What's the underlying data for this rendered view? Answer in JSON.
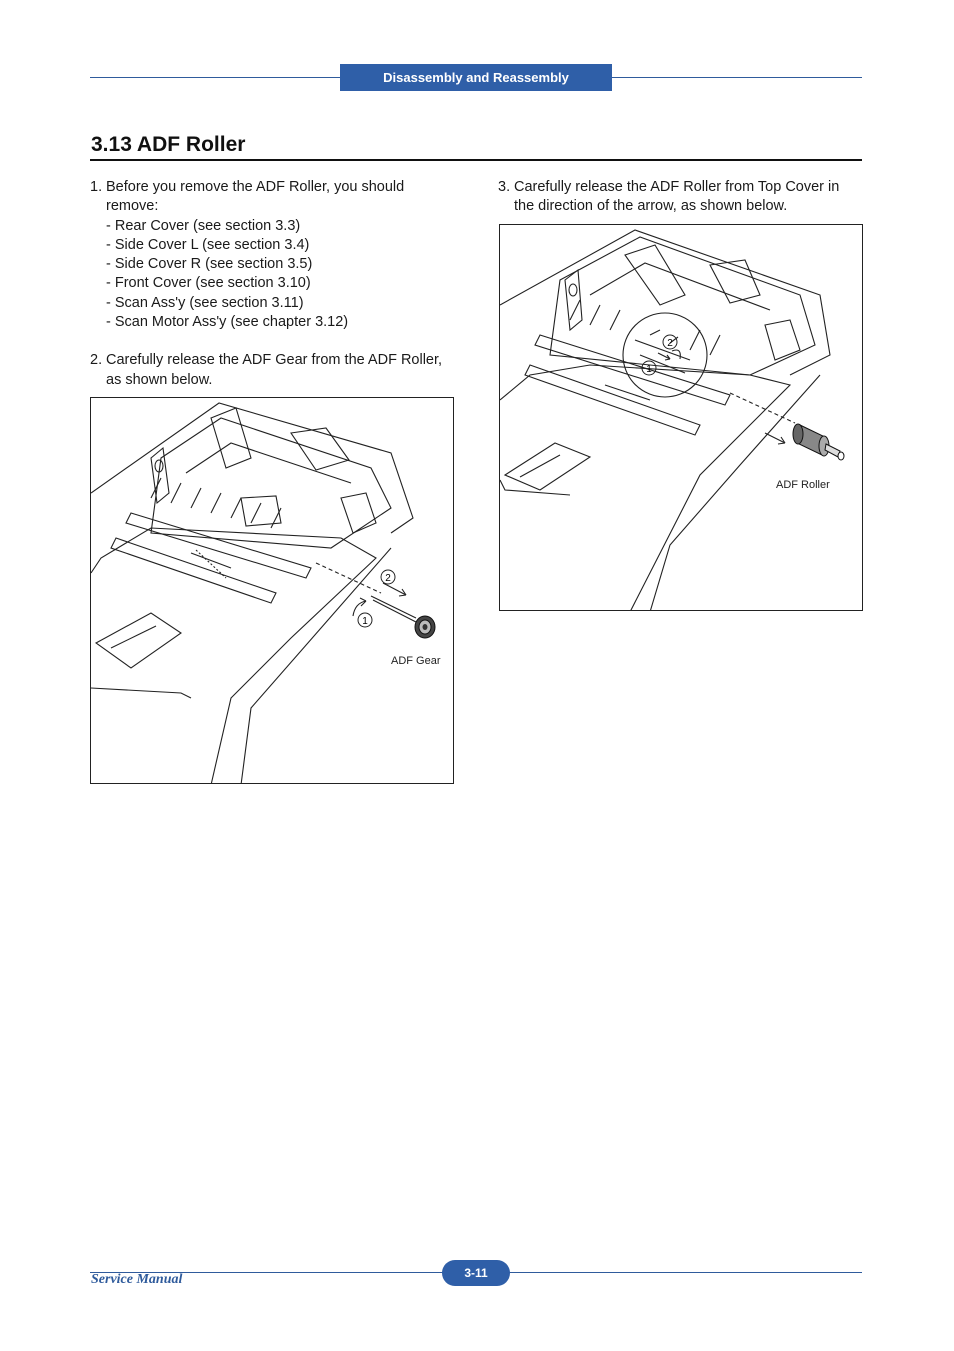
{
  "header": {
    "section_tab": "Disassembly and Reassembly"
  },
  "title": "3.13  ADF Roller",
  "steps_left": {
    "step1": {
      "num": "1.",
      "line1": "Before you remove the ADF Roller, you should",
      "line2": "remove:",
      "items": [
        "- Rear Cover (see section 3.3)",
        "- Side Cover L (see section 3.4)",
        "- Side Cover R (see section 3.5)",
        "- Front Cover (see section 3.10)",
        "- Scan Ass'y (see section 3.11)",
        "- Scan Motor Ass'y (see chapter 3.12)"
      ]
    },
    "step2": {
      "num": "2.",
      "line1": "Carefully release the ADF Gear from the ADF Roller,",
      "line2": "as shown below."
    }
  },
  "steps_right": {
    "step3": {
      "num": "3.",
      "line1": "Carefully release the ADF Roller from Top Cover in",
      "line2": "the direction of the arrow, as shown below."
    }
  },
  "figure1": {
    "label": "ADF Gear",
    "callout1": "1",
    "callout2": "2"
  },
  "figure2": {
    "label": "ADF Roller",
    "callout1": "1",
    "callout2": "2"
  },
  "footer": {
    "manual": "Service Manual",
    "page": "3-11"
  },
  "colors": {
    "accent_blue": "#2f5fa8",
    "rule": "#111111"
  }
}
